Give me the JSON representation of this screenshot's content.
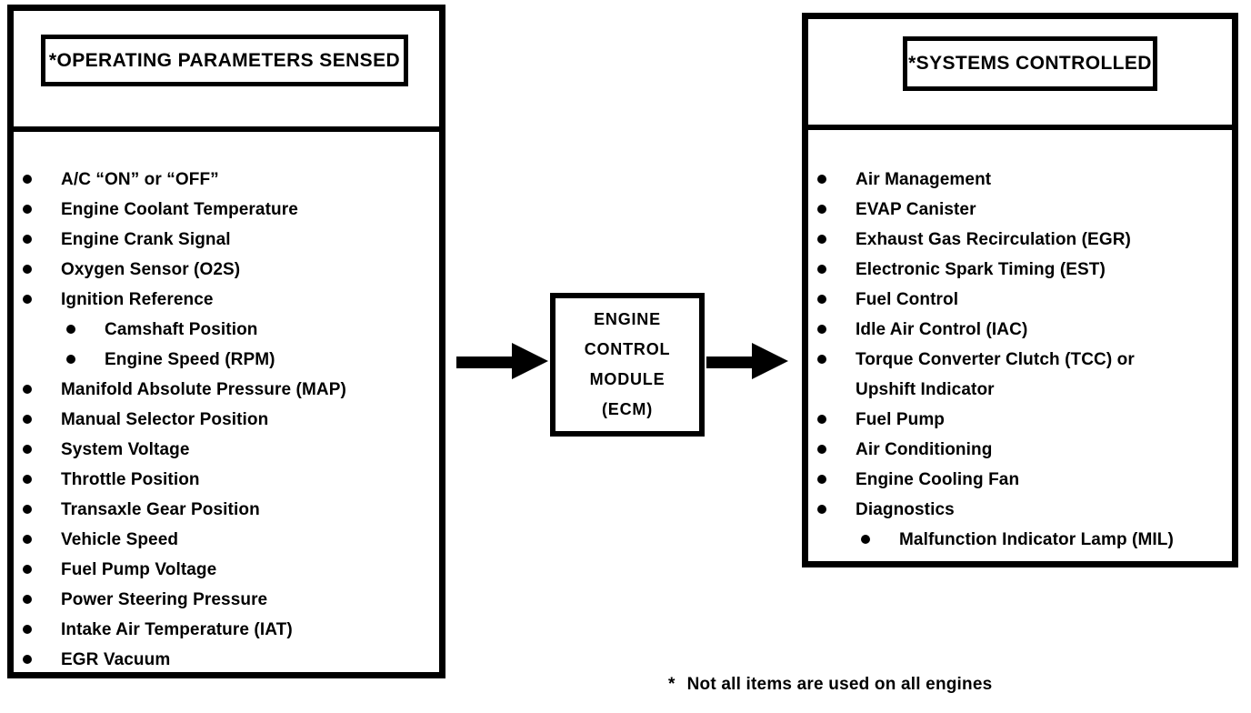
{
  "colors": {
    "ink": "#000000",
    "background": "#ffffff"
  },
  "left_panel": {
    "title": "*OPERATING PARAMETERS SENSED",
    "items": [
      {
        "label": "A/C “ON” or “OFF”",
        "level": 1
      },
      {
        "label": "Engine Coolant Temperature",
        "level": 1
      },
      {
        "label": "Engine Crank Signal",
        "level": 1
      },
      {
        "label": "Oxygen Sensor (O2S)",
        "level": 1
      },
      {
        "label": "Ignition Reference",
        "level": 1
      },
      {
        "label": "Camshaft Position",
        "level": 2
      },
      {
        "label": "Engine Speed (RPM)",
        "level": 2
      },
      {
        "label": "Manifold Absolute Pressure (MAP)",
        "level": 1
      },
      {
        "label": "Manual Selector Position",
        "level": 1
      },
      {
        "label": "System Voltage",
        "level": 1
      },
      {
        "label": "Throttle Position",
        "level": 1
      },
      {
        "label": "Transaxle Gear Position",
        "level": 1
      },
      {
        "label": "Vehicle Speed",
        "level": 1
      },
      {
        "label": "Fuel Pump Voltage",
        "level": 1
      },
      {
        "label": "Power Steering Pressure",
        "level": 1
      },
      {
        "label": "Intake Air Temperature (IAT)",
        "level": 1
      },
      {
        "label": "EGR Vacuum",
        "level": 1
      }
    ]
  },
  "ecm_box": {
    "lines": [
      "ENGINE",
      "CONTROL",
      "MODULE",
      "(ECM)"
    ]
  },
  "right_panel": {
    "title": "*SYSTEMS CONTROLLED",
    "items": [
      {
        "label": "Air Management",
        "level": 1
      },
      {
        "label": "EVAP Canister",
        "level": 1
      },
      {
        "label": "Exhaust Gas Recirculation (EGR)",
        "level": 1
      },
      {
        "label": "Electronic Spark Timing (EST)",
        "level": 1
      },
      {
        "label": "Fuel Control",
        "level": 1
      },
      {
        "label": "Idle Air Control (IAC)",
        "level": 1
      },
      {
        "label": "Torque Converter Clutch (TCC) or\nUpshift Indicator",
        "level": 1
      },
      {
        "label": "Fuel Pump",
        "level": 1
      },
      {
        "label": "Air Conditioning",
        "level": 1
      },
      {
        "label": "Engine Cooling Fan",
        "level": 1
      },
      {
        "label": "Diagnostics",
        "level": 1
      },
      {
        "label": "Malfunction Indicator Lamp (MIL)",
        "level": 2
      }
    ]
  },
  "footnote": {
    "marker": "*",
    "text": "Not all items are used on all engines"
  }
}
